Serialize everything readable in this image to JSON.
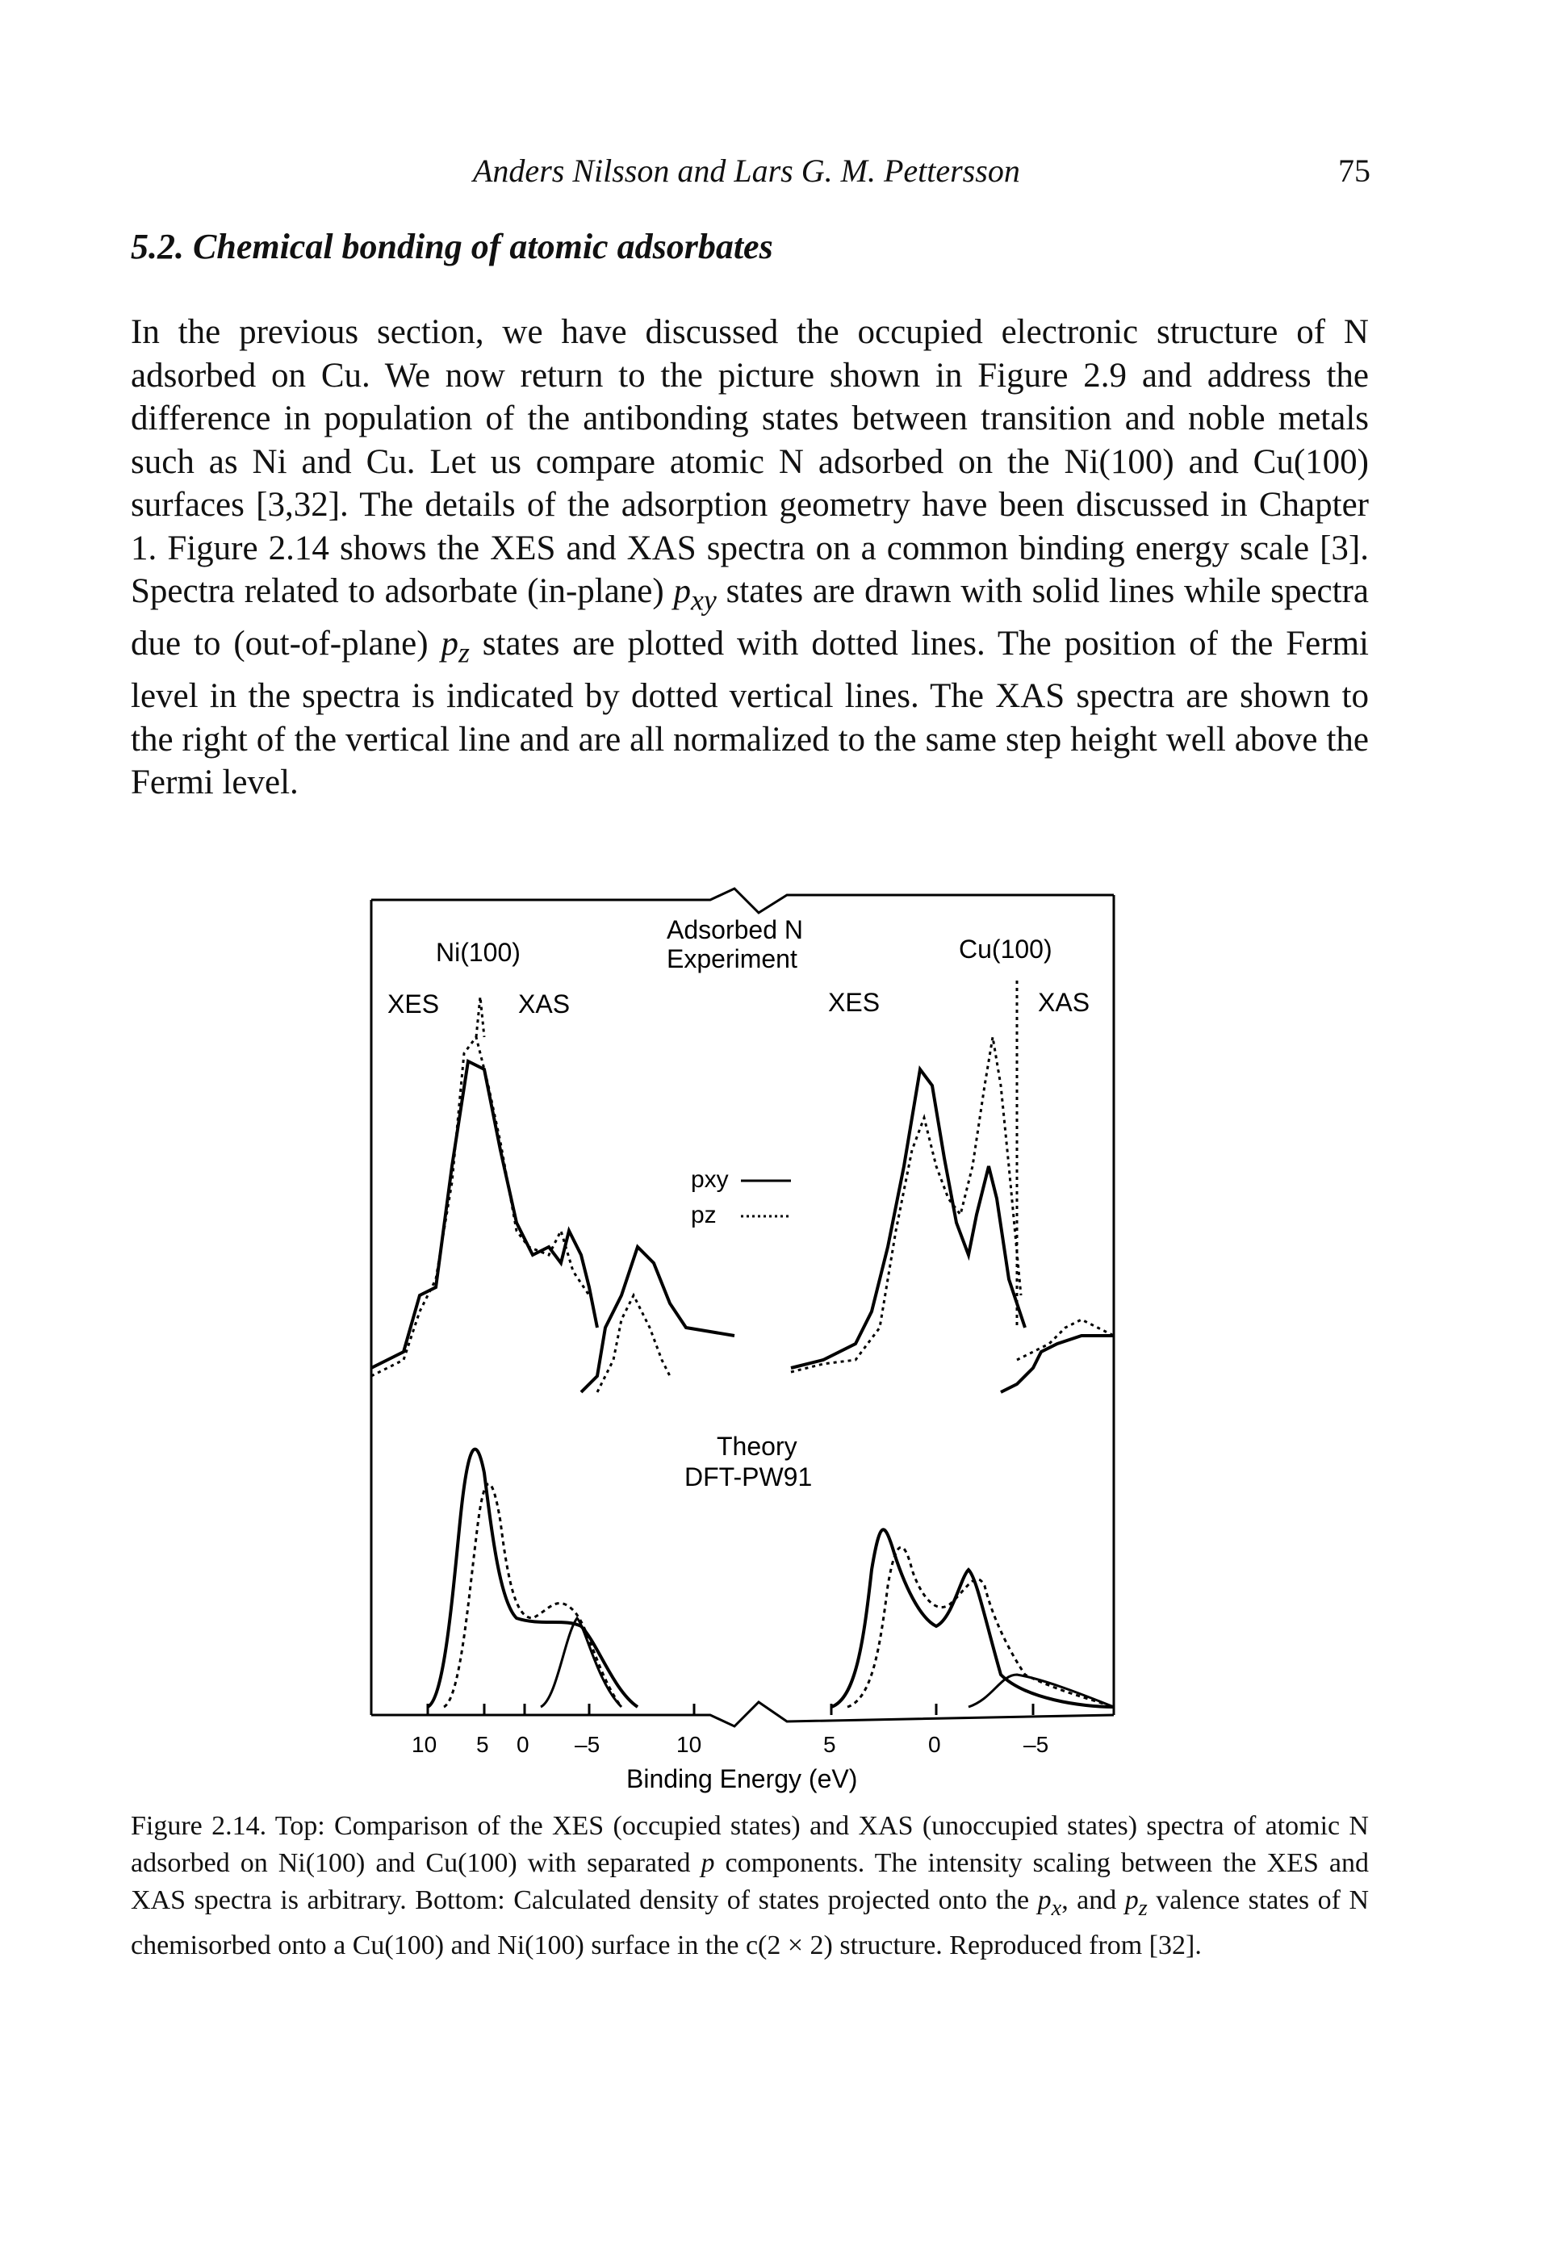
{
  "header": {
    "authors": "Anders Nilsson and Lars G. M. Pettersson",
    "page_number": "75"
  },
  "section": {
    "number": "5.2.",
    "title": "Chemical bonding of atomic adsorbates"
  },
  "paragraph": {
    "p1": "In the previous section, we have discussed the occupied electronic structure of N adsorbed on Cu. We now return to the picture shown in Figure 2.9 and address the difference in population of the antibonding states between transition and noble metals such as Ni and Cu. Let us compare atomic N adsorbed on the Ni(100) and Cu(100) surfaces [3,32]. The details of the adsorption geometry have been discussed in Chapter 1. Figure 2.14 shows the XES and XAS spectra on a common binding energy scale [3]. Spectra related to adsorbate (in-plane) ",
    "pxy_p": "p",
    "pxy_sub": "xy",
    "p2": " states are drawn with solid lines while spectra due to (out-of-plane) ",
    "pz_p": "p",
    "pz_sub": "z",
    "p3": " states are plotted with dotted lines. The position of the Fermi level in the spectra is indicated by dotted vertical lines. The XAS spectra are shown to the right of the vertical line and are all normalized to the same step height well above the Fermi level."
  },
  "figure": {
    "top_title_line1": "Adsorbed N",
    "top_title_line2": "Experiment",
    "ni_label": "Ni(100)",
    "cu_label": "Cu(100)",
    "xes_label": "XES",
    "xas_label": "XAS",
    "legend_pxy": "pxy",
    "legend_pz": "pz",
    "theory_line1": "Theory",
    "theory_line2": "DFT-PW91",
    "xlabel": "Binding Energy (eV)",
    "ticks": [
      "10",
      "5",
      "0",
      "–5",
      "10",
      "5",
      "0",
      "–5"
    ]
  },
  "caption": {
    "c1": "Figure 2.14. Top: Comparison of the XES (occupied states) and XAS (unoccupied states) spectra of atomic N adsorbed on Ni(100) and Cu(100) with separated ",
    "c_p": "p",
    "c2": " components. The intensity scaling between the XES and XAS spectra is arbitrary. Bottom: Calculated density of states projected onto the ",
    "px_p": "p",
    "px_sub": "x",
    "c3": ", and ",
    "pz_p": "p",
    "pz_sub": "z",
    "c4": " valence states of N chemisorbed onto a Cu(100) and Ni(100) surface in the c(2 × 2) structure. Reproduced from [32]."
  }
}
